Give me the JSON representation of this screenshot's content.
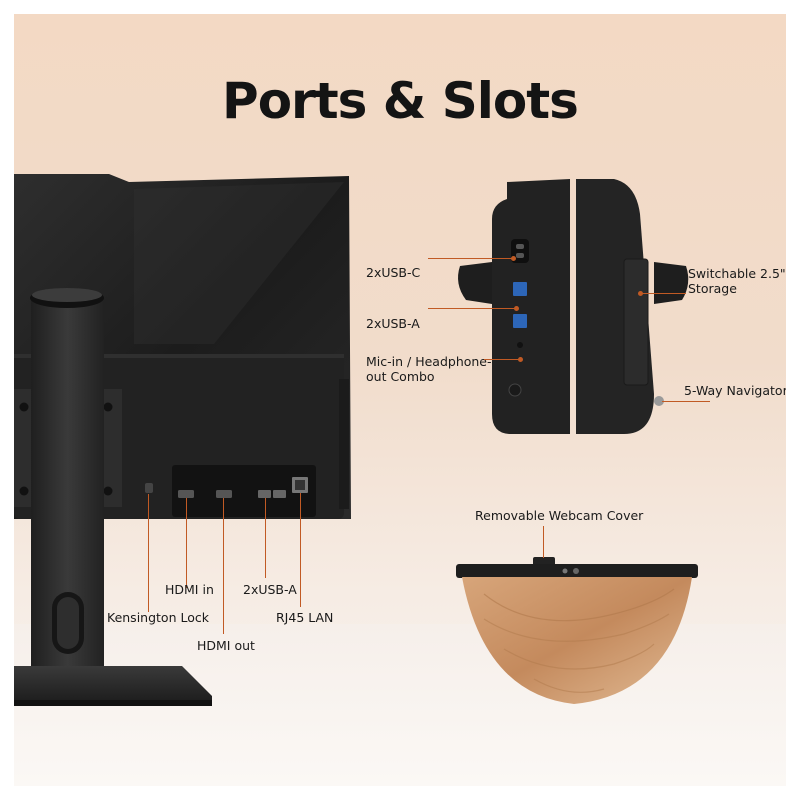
{
  "title": "Ports & Slots",
  "labels": {
    "usb_c": "2xUSB-C",
    "usb_a_side": "2xUSB-A",
    "mic_line1": "Mic-in / Headphone-",
    "mic_line2": "out Combo",
    "storage_line1": "Switchable 2.5\"",
    "storage_line2": "Storage",
    "navigator": "5-Way Navigator",
    "webcam_cover": "Removable Webcam Cover",
    "hdmi_in": "HDMI in",
    "hdmi_out": "HDMI out",
    "usb_a_rear": "2xUSB-A",
    "kensington": "Kensington Lock",
    "rj45": "RJ45 LAN"
  },
  "colors": {
    "accent": "#c15a24",
    "monitor": "#262626",
    "text": "#1a1a1a"
  }
}
